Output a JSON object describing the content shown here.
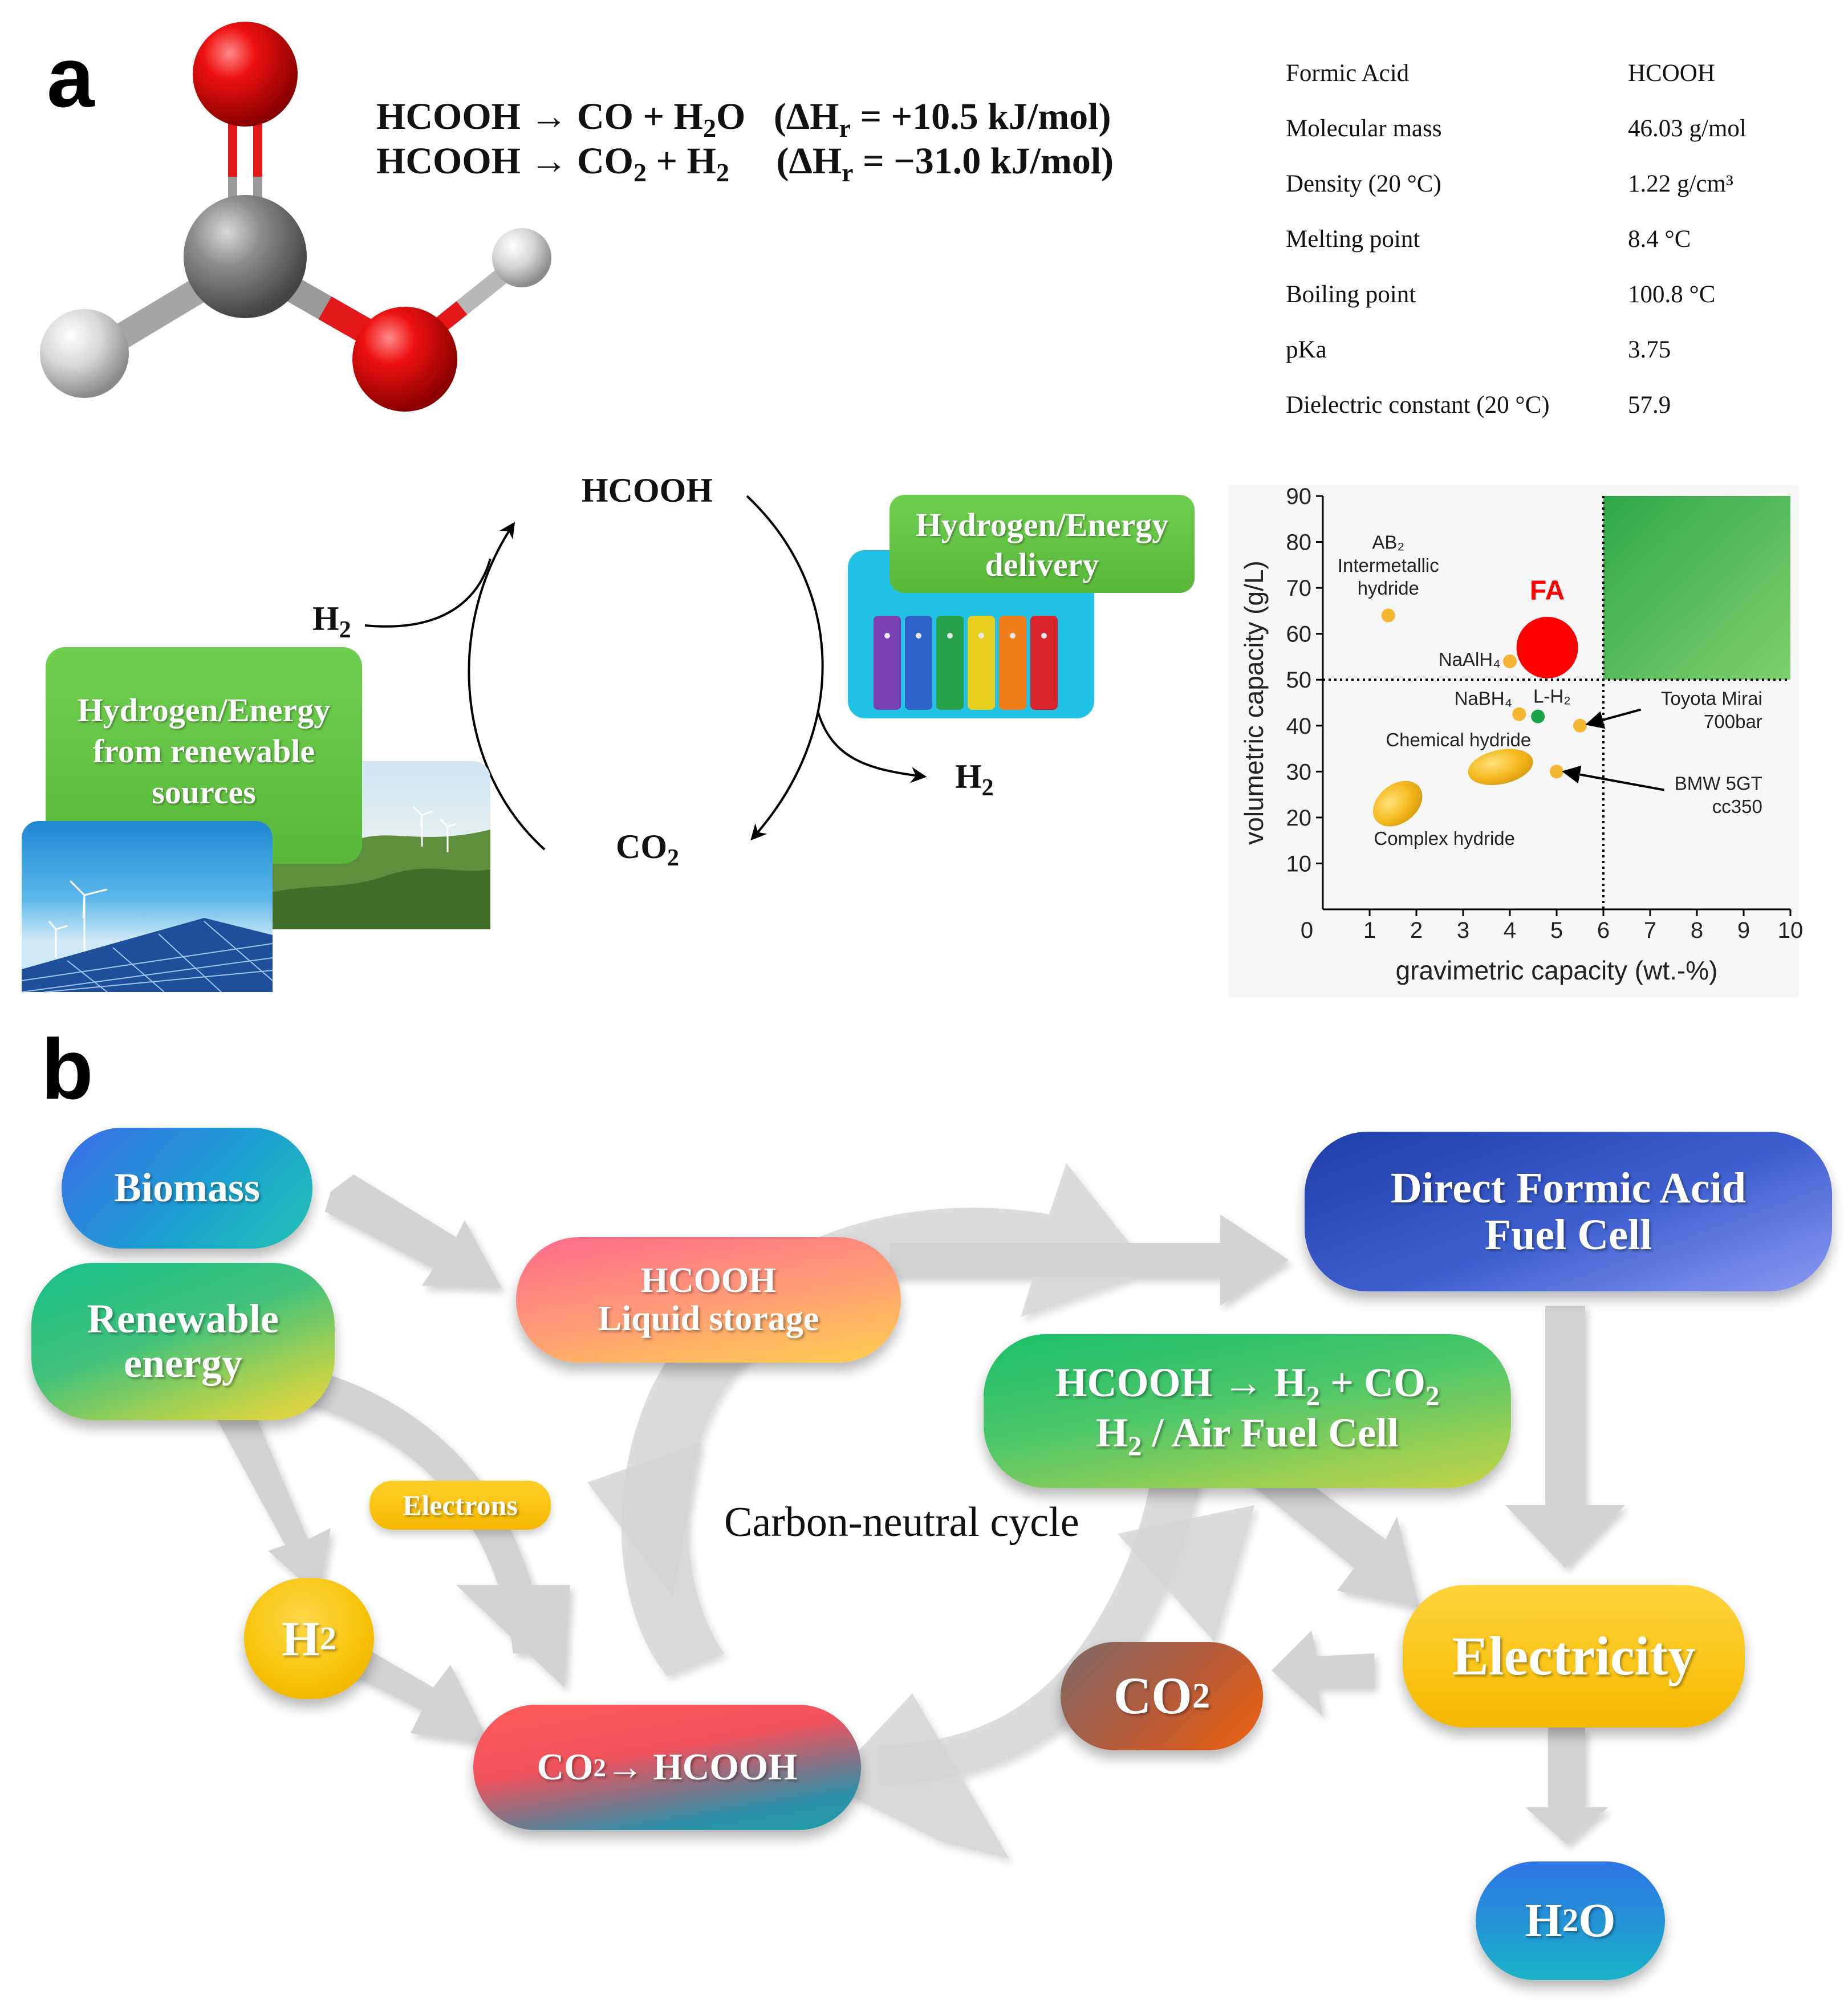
{
  "panel_a": {
    "label": "a",
    "reactions": [
      {
        "lhs": "HCOOH",
        "arrow": "→",
        "products_html": "CO + H<sub>2</sub>O",
        "enthalpy_html": "(ΔH<sub>r</sub> = +10.5 kJ/mol)"
      },
      {
        "lhs": "HCOOH",
        "arrow": "→",
        "products_html": "CO<sub>2</sub> + H<sub>2</sub>",
        "enthalpy_html": "(ΔH<sub>r</sub> = −31.0 kJ/mol)"
      }
    ],
    "properties": [
      {
        "name": "Formic Acid",
        "value": "HCOOH"
      },
      {
        "name": "Molecular mass",
        "value": "46.03 g/mol"
      },
      {
        "name": "Density (20 °C)",
        "value": "1.22 g/cm³"
      },
      {
        "name": "Melting point",
        "value": "8.4 °C"
      },
      {
        "name": "Boiling point",
        "value": "100.8 °C"
      },
      {
        "name": "pKa",
        "value": "3.75"
      },
      {
        "name": "Dielectric constant (20 °C)",
        "value": "57.9"
      }
    ],
    "cycle": {
      "top": "HCOOH",
      "bottom_html": "CO<sub>2</sub>",
      "h2_in_html": "H<sub>2</sub>",
      "h2_out_html": "H<sub>2</sub>"
    },
    "renewable_box": {
      "line1": "Hydrogen/Energy",
      "line2": "from renewable",
      "line3": "sources"
    },
    "delivery_box": {
      "line1": "Hydrogen/Energy",
      "line2": "delivery"
    },
    "colors": {
      "green_box": "#62c445",
      "battery_bg": "#22c1e6"
    }
  },
  "chart_data": {
    "type": "scatter",
    "xlabel": "gravimetric capacity (wt.-%)",
    "ylabel": "volumetric capacity (g/L)",
    "xlim": [
      0,
      10
    ],
    "ylim": [
      0,
      90
    ],
    "xticks": [
      "0",
      "1",
      "2",
      "3",
      "4",
      "5",
      "6",
      "7",
      "8",
      "9",
      "10"
    ],
    "yticks": [
      "10",
      "20",
      "30",
      "40",
      "50",
      "60",
      "70",
      "80",
      "90"
    ],
    "threshold_x": 6,
    "threshold_y": 50,
    "target_region_color": "#3ab54a",
    "points": [
      {
        "label": "AB₂ Intermetallic hydride",
        "x": 1.4,
        "y": 64,
        "color": "#f5b731"
      },
      {
        "label": "FA",
        "x": 4.8,
        "y": 57,
        "color": "#ff0000"
      },
      {
        "label": "NaAlH₄",
        "x": 4.0,
        "y": 54,
        "color": "#f5b731"
      },
      {
        "label": "NaBH₄",
        "x": 4.2,
        "y": 42.5,
        "color": "#f5b731"
      },
      {
        "label": "L-H₂",
        "x": 4.6,
        "y": 42,
        "color": "#1aa44a"
      },
      {
        "label": "Toyota Mirai 700bar",
        "x": 5.5,
        "y": 40,
        "color": "#f5b731"
      },
      {
        "label": "BMW 5GT cc350",
        "x": 5.0,
        "y": 30,
        "color": "#f5b731"
      },
      {
        "label": "Chemical hydride",
        "x": 3.8,
        "y": 31,
        "color": "#f5b731"
      },
      {
        "label": "Complex hydride",
        "x": 1.6,
        "y": 23,
        "color": "#f5b731"
      }
    ],
    "annotations": {
      "ab2": [
        "AB₂",
        "Intermetallic",
        "hydride"
      ],
      "fa": "FA",
      "naalh4": "NaAlH₄",
      "nabh4": "NaBH₄",
      "lh2": "L-H₂",
      "toyota": [
        "Toyota Mirai",
        "700bar"
      ],
      "bmw": [
        "BMW 5GT",
        "cc350"
      ],
      "chemical": "Chemical hydride",
      "complex": "Complex hydride"
    }
  },
  "panel_b": {
    "label": "b",
    "cycle_label": "Carbon-neutral cycle",
    "nodes": {
      "biomass": "Biomass",
      "renewable_1": "Renewable",
      "renewable_2": "energy",
      "liquid_1": "HCOOH",
      "liquid_2": "Liquid storage",
      "dfafc_1": "Direct Formic Acid",
      "dfafc_2": "Fuel Cell",
      "h2fc_1_html": "HCOOH → H<sub>2</sub> + CO<sub>2</sub>",
      "h2fc_2_html": "H<sub>2</sub> / Air Fuel Cell",
      "electrons": "Electrons",
      "h2_html": "H<sub>2</sub>",
      "electricity": "Electricity",
      "co2_html": "CO<sub>2</sub>",
      "co2_to_fa_html": "CO<sub>2</sub> → HCOOH",
      "h2o_html": "H<sub>2</sub>O"
    }
  }
}
